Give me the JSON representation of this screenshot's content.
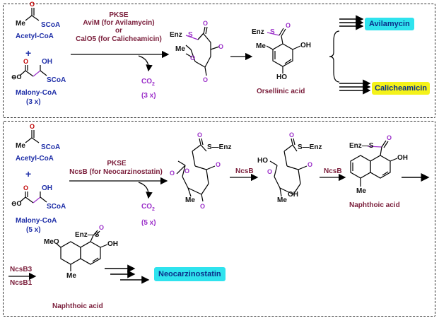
{
  "top": {
    "acetyl_group": "SCoA",
    "acetyl_me": "Me",
    "acetyl_name": "Acetyl-CoA",
    "plus": "+",
    "malonyl_group": "SCoA",
    "malonyl_oh": "OH",
    "malonyl_name": "Malony-CoA",
    "malonyl_count": "(3 x)",
    "cond_line1": "PKSE",
    "cond_line2": "AviM (for Avilamycin)",
    "cond_line3": "or",
    "cond_line4": "CalO5 (for Calicheamicin)",
    "co2": "CO",
    "co2_count": "(3 x)",
    "inter_enz": "Enz",
    "inter_s": "S",
    "inter_me": "Me",
    "orsellinic_enz": "Enz",
    "orsellinic_s": "S",
    "orsellinic_me": "Me",
    "orsellinic_oh1": "OH",
    "orsellinic_oh2": "HO",
    "orsellinic_name": "Orsellinic acid",
    "product1": "Avilamycin",
    "product2": "Calicheamicin",
    "product1_color": "#2fe3ee",
    "product2_color": "#f4f21a"
  },
  "bottom": {
    "acetyl_group": "SCoA",
    "acetyl_me": "Me",
    "acetyl_name": "Acetyl-CoA",
    "plus": "+",
    "malonyl_group": "SCoA",
    "malonyl_oh": "OH",
    "malonyl_name": "Malony-CoA",
    "malonyl_count": "(5 x)",
    "cond_line1": "PKSE",
    "cond_line2": "NcsB (for Neocarzinostatin)",
    "co2": "CO",
    "co2_count": "(5 x)",
    "inter1_s_enz": "S—Enz",
    "inter1_me": "Me",
    "step2_enzyme": "NcsB",
    "inter2_s_enz": "S—Enz",
    "inter2_ho": "HO",
    "inter2_oh": "OH",
    "inter2_me": "Me",
    "step3_enzyme": "NcsB",
    "naph1_enz": "Enz—S",
    "naph1_oh": "OH",
    "naph1_me": "Me",
    "naph1_name": "Naphthoic acid",
    "enzyme_b3": "NcsB3",
    "enzyme_b1": "NcsB1",
    "naph2_enz": "Enz—S",
    "naph2_meo": "MeO",
    "naph2_oh": "OH",
    "naph2_me": "Me",
    "naph2_name": "Naphthoic acid",
    "product": "Neocarzinostatin",
    "product_color": "#2fe3ee"
  }
}
